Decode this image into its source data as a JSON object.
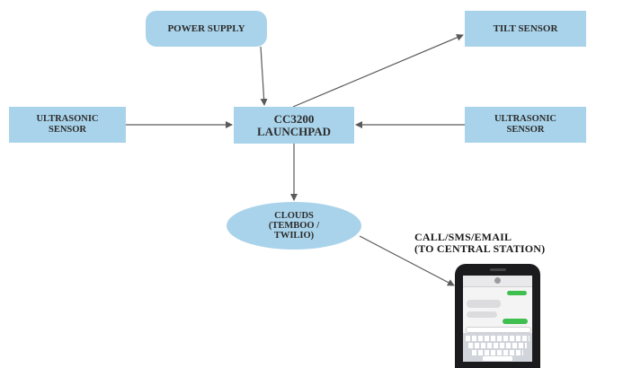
{
  "nodes": {
    "power_supply": "POWER SUPPLY",
    "tilt_sensor": "TILT SENSOR",
    "ultrasonic_left": "ULTRASONIC\nSENSOR",
    "ultrasonic_right": "ULTRASONIC\nSENSOR",
    "cc3200": "CC3200\nLAUNCHPAD",
    "clouds": "CLOUDS\n(TEMBOO /\nTWILIO)"
  },
  "caption": "CALL/SMS/EMAIL\n(TO CENTRAL STATION)",
  "edges": [
    {
      "from": "power_supply",
      "to": "cc3200"
    },
    {
      "from": "cc3200",
      "to": "tilt_sensor"
    },
    {
      "from": "ultrasonic_left",
      "to": "cc3200"
    },
    {
      "from": "ultrasonic_right",
      "to": "cc3200"
    },
    {
      "from": "cc3200",
      "to": "clouds"
    },
    {
      "from": "clouds",
      "to": "phone"
    }
  ],
  "colors": {
    "node_fill": "#a9d3ea",
    "arrow": "#5a5a5a",
    "text": "#2c2c2c"
  },
  "icons": {
    "phone": "smartphone-icon"
  }
}
